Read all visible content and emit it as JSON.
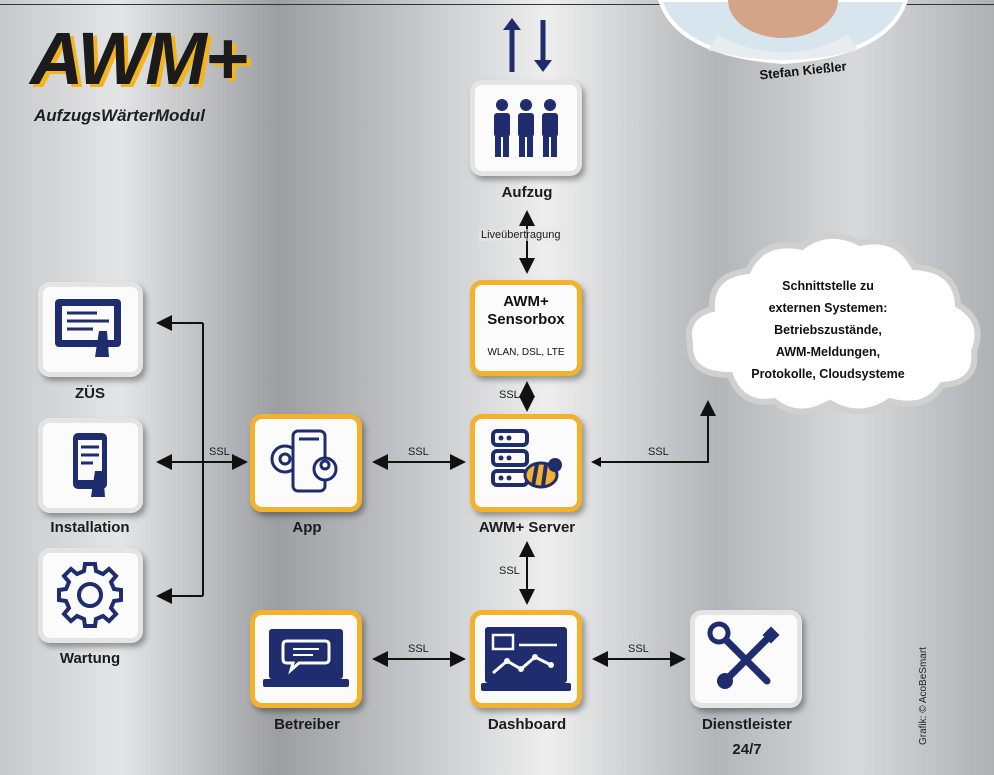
{
  "logo": {
    "title": "AWM+",
    "subtitle": "AufzugsWärterModul"
  },
  "portrait": {
    "name": "Stefan Kießler"
  },
  "nodes": {
    "aufzug": "Aufzug",
    "sensorbox_title_1": "AWM+",
    "sensorbox_title_2": "Sensorbox",
    "sensorbox_sub": "WLAN, DSL, LTE",
    "server": "AWM+ Server",
    "app": "App",
    "zues": "ZÜS",
    "installation": "Installation",
    "wartung": "Wartung",
    "betreiber": "Betreiber",
    "dashboard": "Dashboard",
    "dienstleister_1": "Dienstleister",
    "dienstleister_2": "24/7"
  },
  "cloud": {
    "lines": [
      "Schnittstelle zu",
      "externen Systemen:",
      "Betriebszustände,",
      "AWM-Meldungen,",
      "Protokolle, Cloudsysteme"
    ]
  },
  "edges": {
    "live": "Liveübertragung",
    "ssl": "SSL"
  },
  "credit": "Grafik: © AcoBeSmart",
  "colors": {
    "accent_gold": "#f2b22c",
    "icon_navy": "#1f2d6e"
  }
}
